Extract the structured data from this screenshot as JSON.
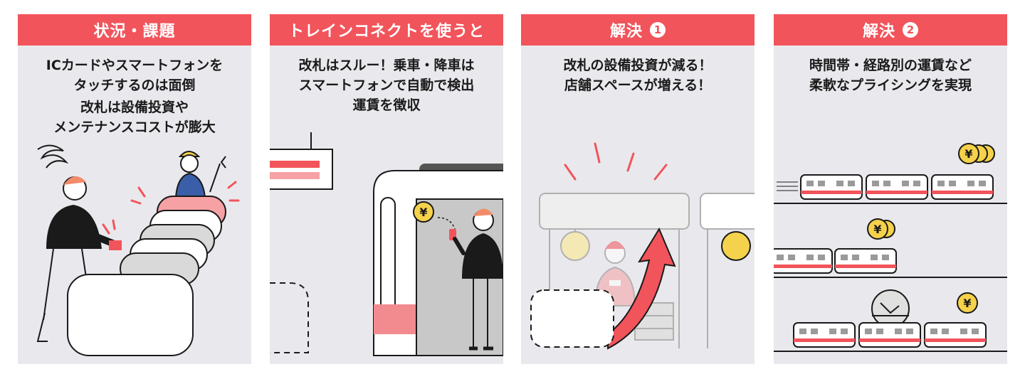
{
  "colors": {
    "accent": "#f2545b",
    "panel_bg": "#e9e9ed",
    "coin": "#f5d24b",
    "text": "#1a1a1a"
  },
  "panels": [
    {
      "title": "状況・課題",
      "lines": [
        "ICカードやスマートフォンを",
        "タッチするのは面倒",
        "改札は設備投資や",
        "メンテナンスコストが膨大"
      ]
    },
    {
      "title": "トレインコネクトを使うと",
      "lines": [
        "改札はスルー！乗車・降車は",
        "スマートフォンで自動で検出",
        "運賃を徴収"
      ],
      "coin_symbol": "¥"
    },
    {
      "title": "解決",
      "number": "1",
      "lines": [
        "改札の設備投資が減る！",
        "店舗スペースが増える！"
      ]
    },
    {
      "title": "解決",
      "number": "2",
      "lines": [
        "時間帯・経路別の運賃など",
        "柔軟なプライシングを実現"
      ],
      "coin_symbol": "¥"
    }
  ]
}
